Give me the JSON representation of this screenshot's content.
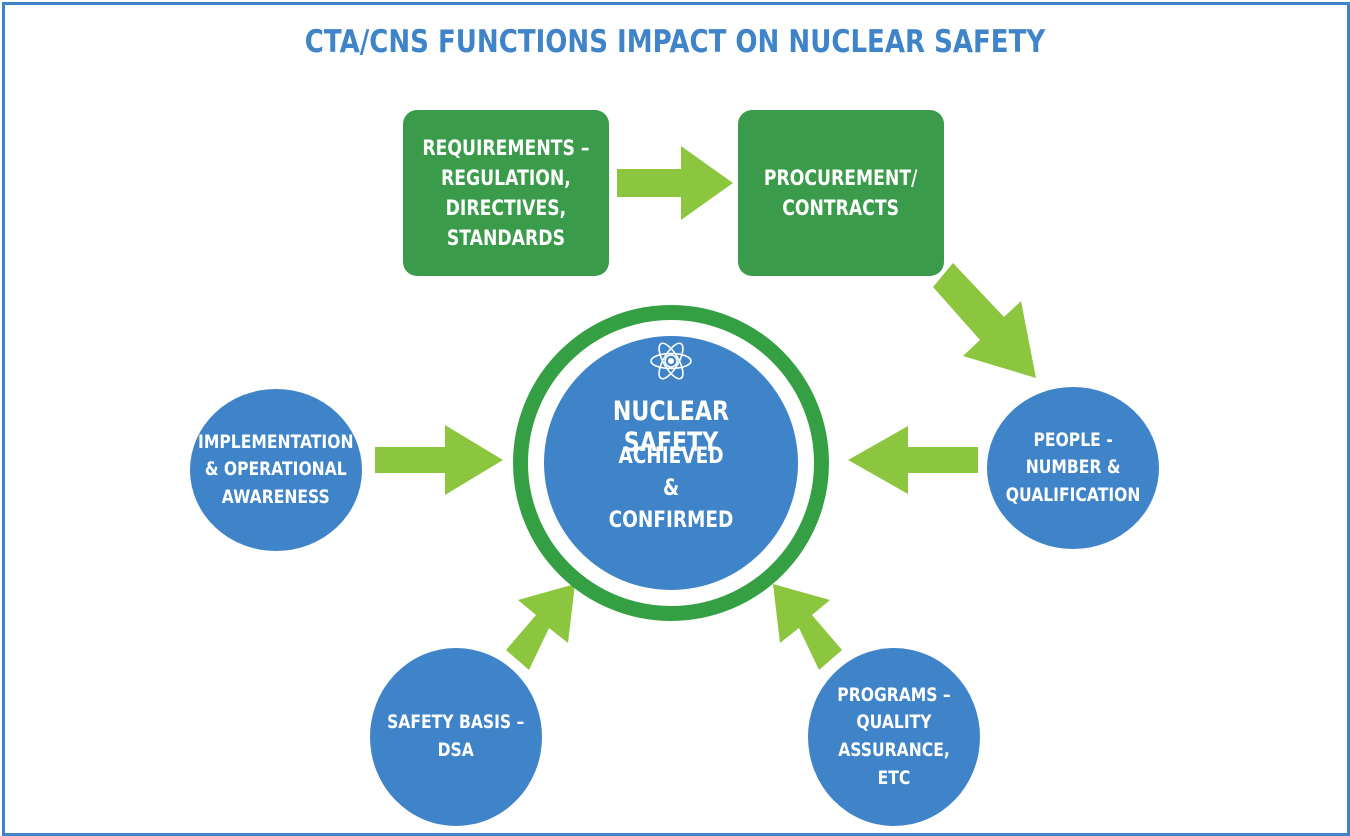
{
  "title": "CTA/CNS FUNCTIONS IMPACT ON NUCLEAR SAFETY",
  "center": {
    "heading": "NUCLEAR SAFETY",
    "line1": "ACHIEVED",
    "line2": "&",
    "line3": "CONFIRMED",
    "icon": "atom-icon"
  },
  "nodes": {
    "requirements": [
      "REQUIREMENTS –",
      "REGULATION,",
      "DIRECTIVES,",
      "STANDARDS"
    ],
    "procurement": [
      "PROCUREMENT/",
      "CONTRACTS"
    ],
    "people": [
      "PEOPLE -",
      "NUMBER &",
      "QUALIFICATION"
    ],
    "implementation": [
      "IMPLEMENTATION",
      "& OPERATIONAL",
      "AWARENESS"
    ],
    "safety_basis": [
      "SAFETY BASIS –",
      "DSA"
    ],
    "programs": [
      "PROGRAMS –",
      "QUALITY",
      "ASSURANCE, ETC"
    ]
  },
  "colors": {
    "blue": "#3f83c8",
    "dark_green": "#3a9b4a",
    "ring_green": "#34a043",
    "arrow_green": "#8cc63f"
  }
}
